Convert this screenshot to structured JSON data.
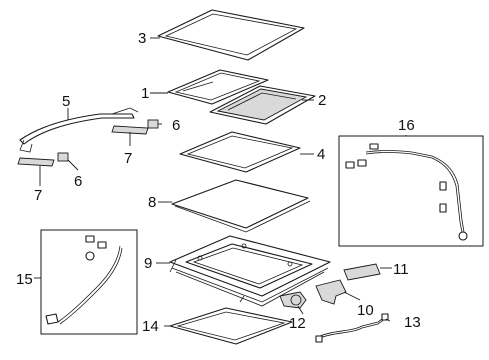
{
  "diagram": {
    "callouts": {
      "c1": "1",
      "c2": "2",
      "c3": "3",
      "c4": "4",
      "c5": "5",
      "c6a": "6",
      "c6b": "6",
      "c7a": "7",
      "c7b": "7",
      "c8": "8",
      "c9": "9",
      "c10": "10",
      "c11": "11",
      "c12": "12",
      "c13": "13",
      "c14": "14",
      "c15": "15",
      "c16": "16"
    }
  }
}
